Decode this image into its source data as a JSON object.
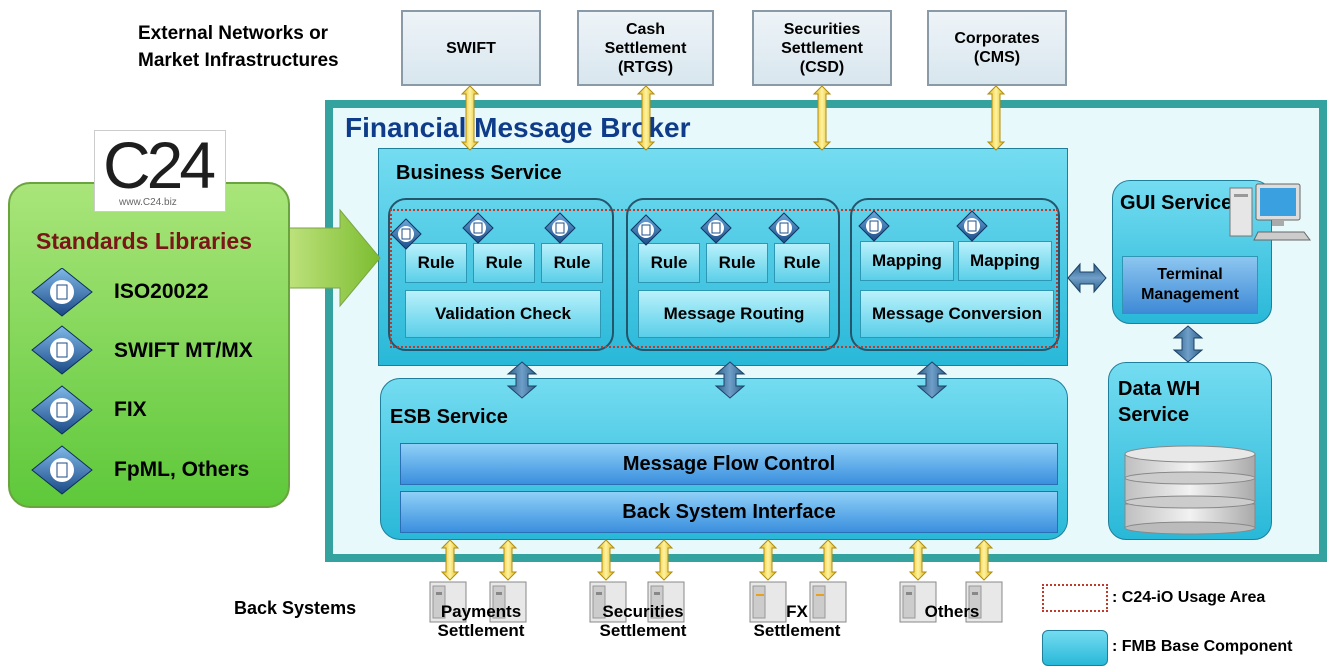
{
  "external": {
    "heading": "External Networks or\nMarket Infrastructures",
    "boxes": [
      {
        "lines": [
          "SWIFT"
        ]
      },
      {
        "lines": [
          "Cash",
          "Settlement",
          "(RTGS)"
        ]
      },
      {
        "lines": [
          "Securities",
          "Settlement",
          "(CSD)"
        ]
      },
      {
        "lines": [
          "Corporates",
          "(CMS)"
        ]
      }
    ]
  },
  "standards": {
    "logo_text": "C24",
    "logo_url": "www.C24.biz",
    "title": "Standards Libraries",
    "items": [
      "ISO20022",
      "SWIFT MT/MX",
      "FIX",
      "FpML, Others"
    ]
  },
  "broker": {
    "title": "Financial Message Broker",
    "business_service": {
      "title": "Business Service",
      "validation": {
        "rules": [
          "Rule",
          "Rule",
          "Rule"
        ],
        "label": "Validation Check"
      },
      "routing": {
        "rules": [
          "Rule",
          "Rule",
          "Rule"
        ],
        "label": "Message Routing"
      },
      "conversion": {
        "mappings": [
          "Mapping",
          "Mapping"
        ],
        "label": "Message Conversion"
      }
    },
    "gui_service": {
      "title": "GUI Service",
      "terminal": "Terminal\nManagement"
    },
    "data_wh": {
      "title": "Data WH\nService"
    },
    "esb_service": {
      "title": "ESB Service",
      "flow_control": "Message Flow Control",
      "back_interface": "Back System Interface"
    }
  },
  "back_systems": {
    "heading": "Back Systems",
    "groups": [
      {
        "lines": [
          "Payments",
          "Settlement"
        ]
      },
      {
        "lines": [
          "Securities",
          "Settlement"
        ]
      },
      {
        "lines": [
          "FX",
          "Settlement"
        ]
      },
      {
        "lines": [
          "Others"
        ]
      }
    ]
  },
  "legend": {
    "usage_area": ": C24-iO  Usage Area",
    "base_component": ": FMB Base Component"
  },
  "colors": {
    "frame": "#34a3a0",
    "cyan": "#29b8d8",
    "green": "#5ec83a",
    "usage_dots": "#c0392b",
    "gold_arrow": "#f5d430",
    "dark_blue_arrow": "#3b6e9a"
  }
}
